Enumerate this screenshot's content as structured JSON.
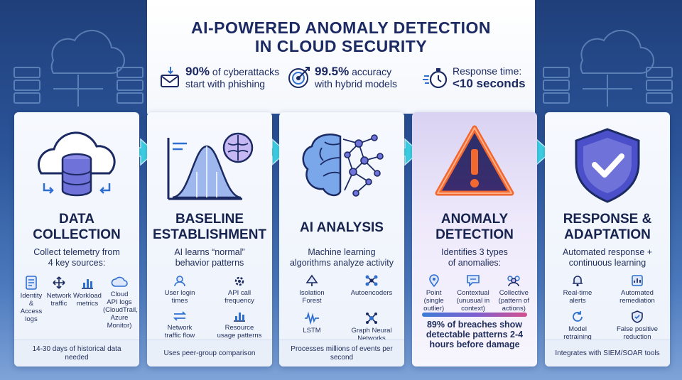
{
  "title_line1": "AI-POWERED ANOMALY DETECTION",
  "title_line2": "IN CLOUD SECURITY",
  "stats": [
    {
      "highlight": "90%",
      "rest": " of cyberattacks",
      "line2": "start with phishing",
      "icon": "phishing-envelope-icon"
    },
    {
      "highlight": "99.5%",
      "rest": " accuracy",
      "line2": "with hybrid models",
      "icon": "target-icon"
    },
    {
      "line1": "Response time:",
      "big": "<10 seconds",
      "icon": "stopwatch-icon"
    }
  ],
  "colors": {
    "accent": "#1c2a63",
    "arrow": "#3fd3e6",
    "alert": "#e8522f",
    "shield": "#4b4fc9"
  },
  "panels": [
    {
      "title": [
        "DATA",
        "COLLECTION"
      ],
      "icon": "cloud-database-icon",
      "desc": [
        "Collect telemetry from",
        "4 key sources:"
      ],
      "items": [
        {
          "label": "Identity\n& Access\nlogs",
          "icon": "document-icon"
        },
        {
          "label": "Network\ntraffic",
          "icon": "network-arrows-icon"
        },
        {
          "label": "Workload\nmetrics",
          "icon": "bar-chart-icon"
        },
        {
          "label": "Cloud\nAPI logs\n(CloudTrail,\nAzure\nMonitor)",
          "icon": "cloud-icon"
        }
      ],
      "footer": "14-30 days of historical data needed"
    },
    {
      "title": [
        "BASELINE",
        "ESTABLISHMENT"
      ],
      "icon": "bell-curve-brain-icon",
      "desc": [
        "AI learns “normal”",
        "behavior patterns"
      ],
      "items": [
        {
          "label": "User login\ntimes",
          "icon": "user-login-icon"
        },
        {
          "label": "API call\nfrequency",
          "icon": "gear-icon"
        },
        {
          "label": "Network\ntraffic flow",
          "icon": "swap-arrows-icon"
        },
        {
          "label": "Resource\nusage patterns",
          "icon": "bar-chart-icon"
        }
      ],
      "footer": "Uses peer-group comparison"
    },
    {
      "title": [
        "AI ANALYSIS"
      ],
      "icon": "brain-network-icon",
      "desc": [
        "Machine learning",
        "algorithms analyze activity"
      ],
      "items": [
        {
          "label": "Isolation\nForest",
          "icon": "tree-icon"
        },
        {
          "label": "Autoencoders",
          "icon": "nodes-icon"
        },
        {
          "label": "LSTM",
          "icon": "waveform-icon"
        },
        {
          "label": "Graph Neural\nNetworks",
          "icon": "graph-icon"
        }
      ],
      "footer": "Processes millions of events per second"
    },
    {
      "title": [
        "ANOMALY",
        "DETECTION"
      ],
      "icon": "warning-triangle-icon",
      "desc": [
        "Identifies 3 types",
        "of anomalies:"
      ],
      "items": [
        {
          "label": "Point\n(single\noutlier)",
          "icon": "location-pin-icon"
        },
        {
          "label": "Contextual\n(unusual in\ncontext)",
          "icon": "chat-bubble-icon"
        },
        {
          "label": "Collective\n(pattern of\nactions)",
          "icon": "group-icon"
        }
      ],
      "stat": "89% of breaches show detectable patterns 2-4 hours before damage"
    },
    {
      "title": [
        "RESPONSE &",
        "ADAPTATION"
      ],
      "icon": "shield-check-icon",
      "desc": [
        "Automated response +",
        "continuous learning"
      ],
      "items": [
        {
          "label": "Real-time\nalerts",
          "icon": "bell-icon"
        },
        {
          "label": "Automated\nremediation",
          "icon": "chart-check-icon"
        },
        {
          "label": "Model\nretraining",
          "icon": "refresh-icon"
        },
        {
          "label": "False positive\nreduction",
          "icon": "shield-icon"
        }
      ],
      "footer": "Integrates with SIEM/SOAR tools"
    }
  ]
}
